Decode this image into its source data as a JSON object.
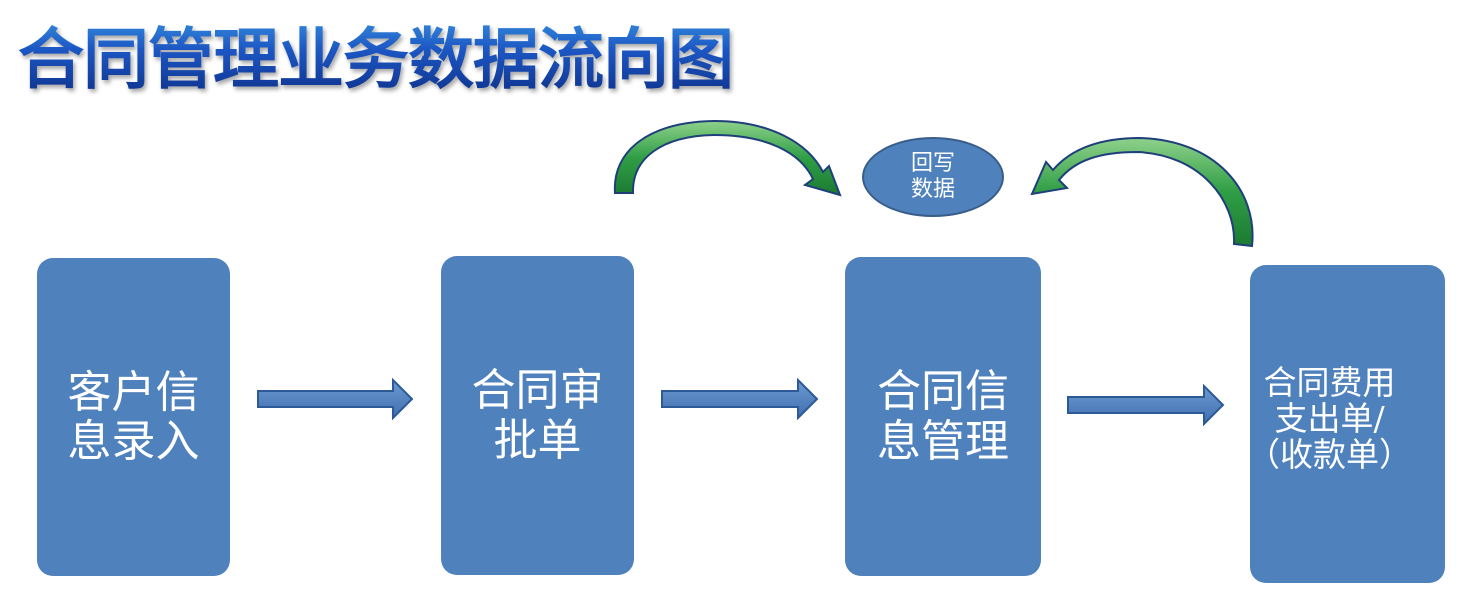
{
  "title": "合同管理业务数据流向图",
  "colors": {
    "box_fill": "#4f81bd",
    "box_border": "#385d8a",
    "curved_arrow_fill": "#2f9e45",
    "curved_arrow_edge": "#1f3f7a",
    "title_color": "#1c57c4"
  },
  "nodes": [
    {
      "id": "box1",
      "label": "客户信\n息录入"
    },
    {
      "id": "box2",
      "label": "合同审\n批单"
    },
    {
      "id": "box3",
      "label": "合同信\n息管理"
    },
    {
      "id": "box4",
      "label": "合同费用\n支出单/\n（收款单）"
    }
  ],
  "writeback": {
    "label": "回写\n数据"
  },
  "edges": [
    {
      "from": "box1",
      "to": "box2",
      "type": "straight-arrow"
    },
    {
      "from": "box2",
      "to": "box3",
      "type": "straight-arrow"
    },
    {
      "from": "box3",
      "to": "box4",
      "type": "straight-arrow"
    },
    {
      "from": "box2",
      "to": "writeback",
      "type": "curved-arrow"
    },
    {
      "from": "box4",
      "to": "writeback",
      "type": "curved-arrow"
    }
  ]
}
